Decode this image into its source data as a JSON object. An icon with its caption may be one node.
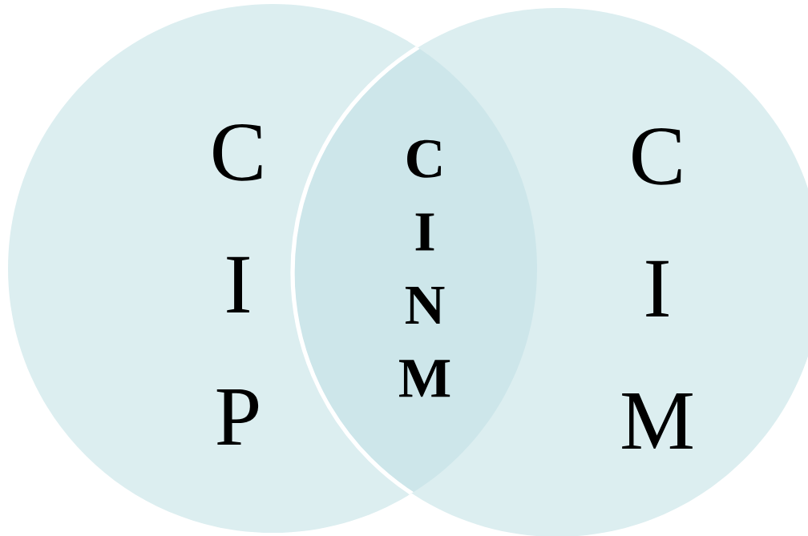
{
  "diagram": {
    "nodes": [
      {
        "text": [
          "C I P"
        ]
      },
      {
        "text": [
          "C I M"
        ]
      },
      {
        "text": [
          "C I N M"
        ]
      }
    ]
  }
}
